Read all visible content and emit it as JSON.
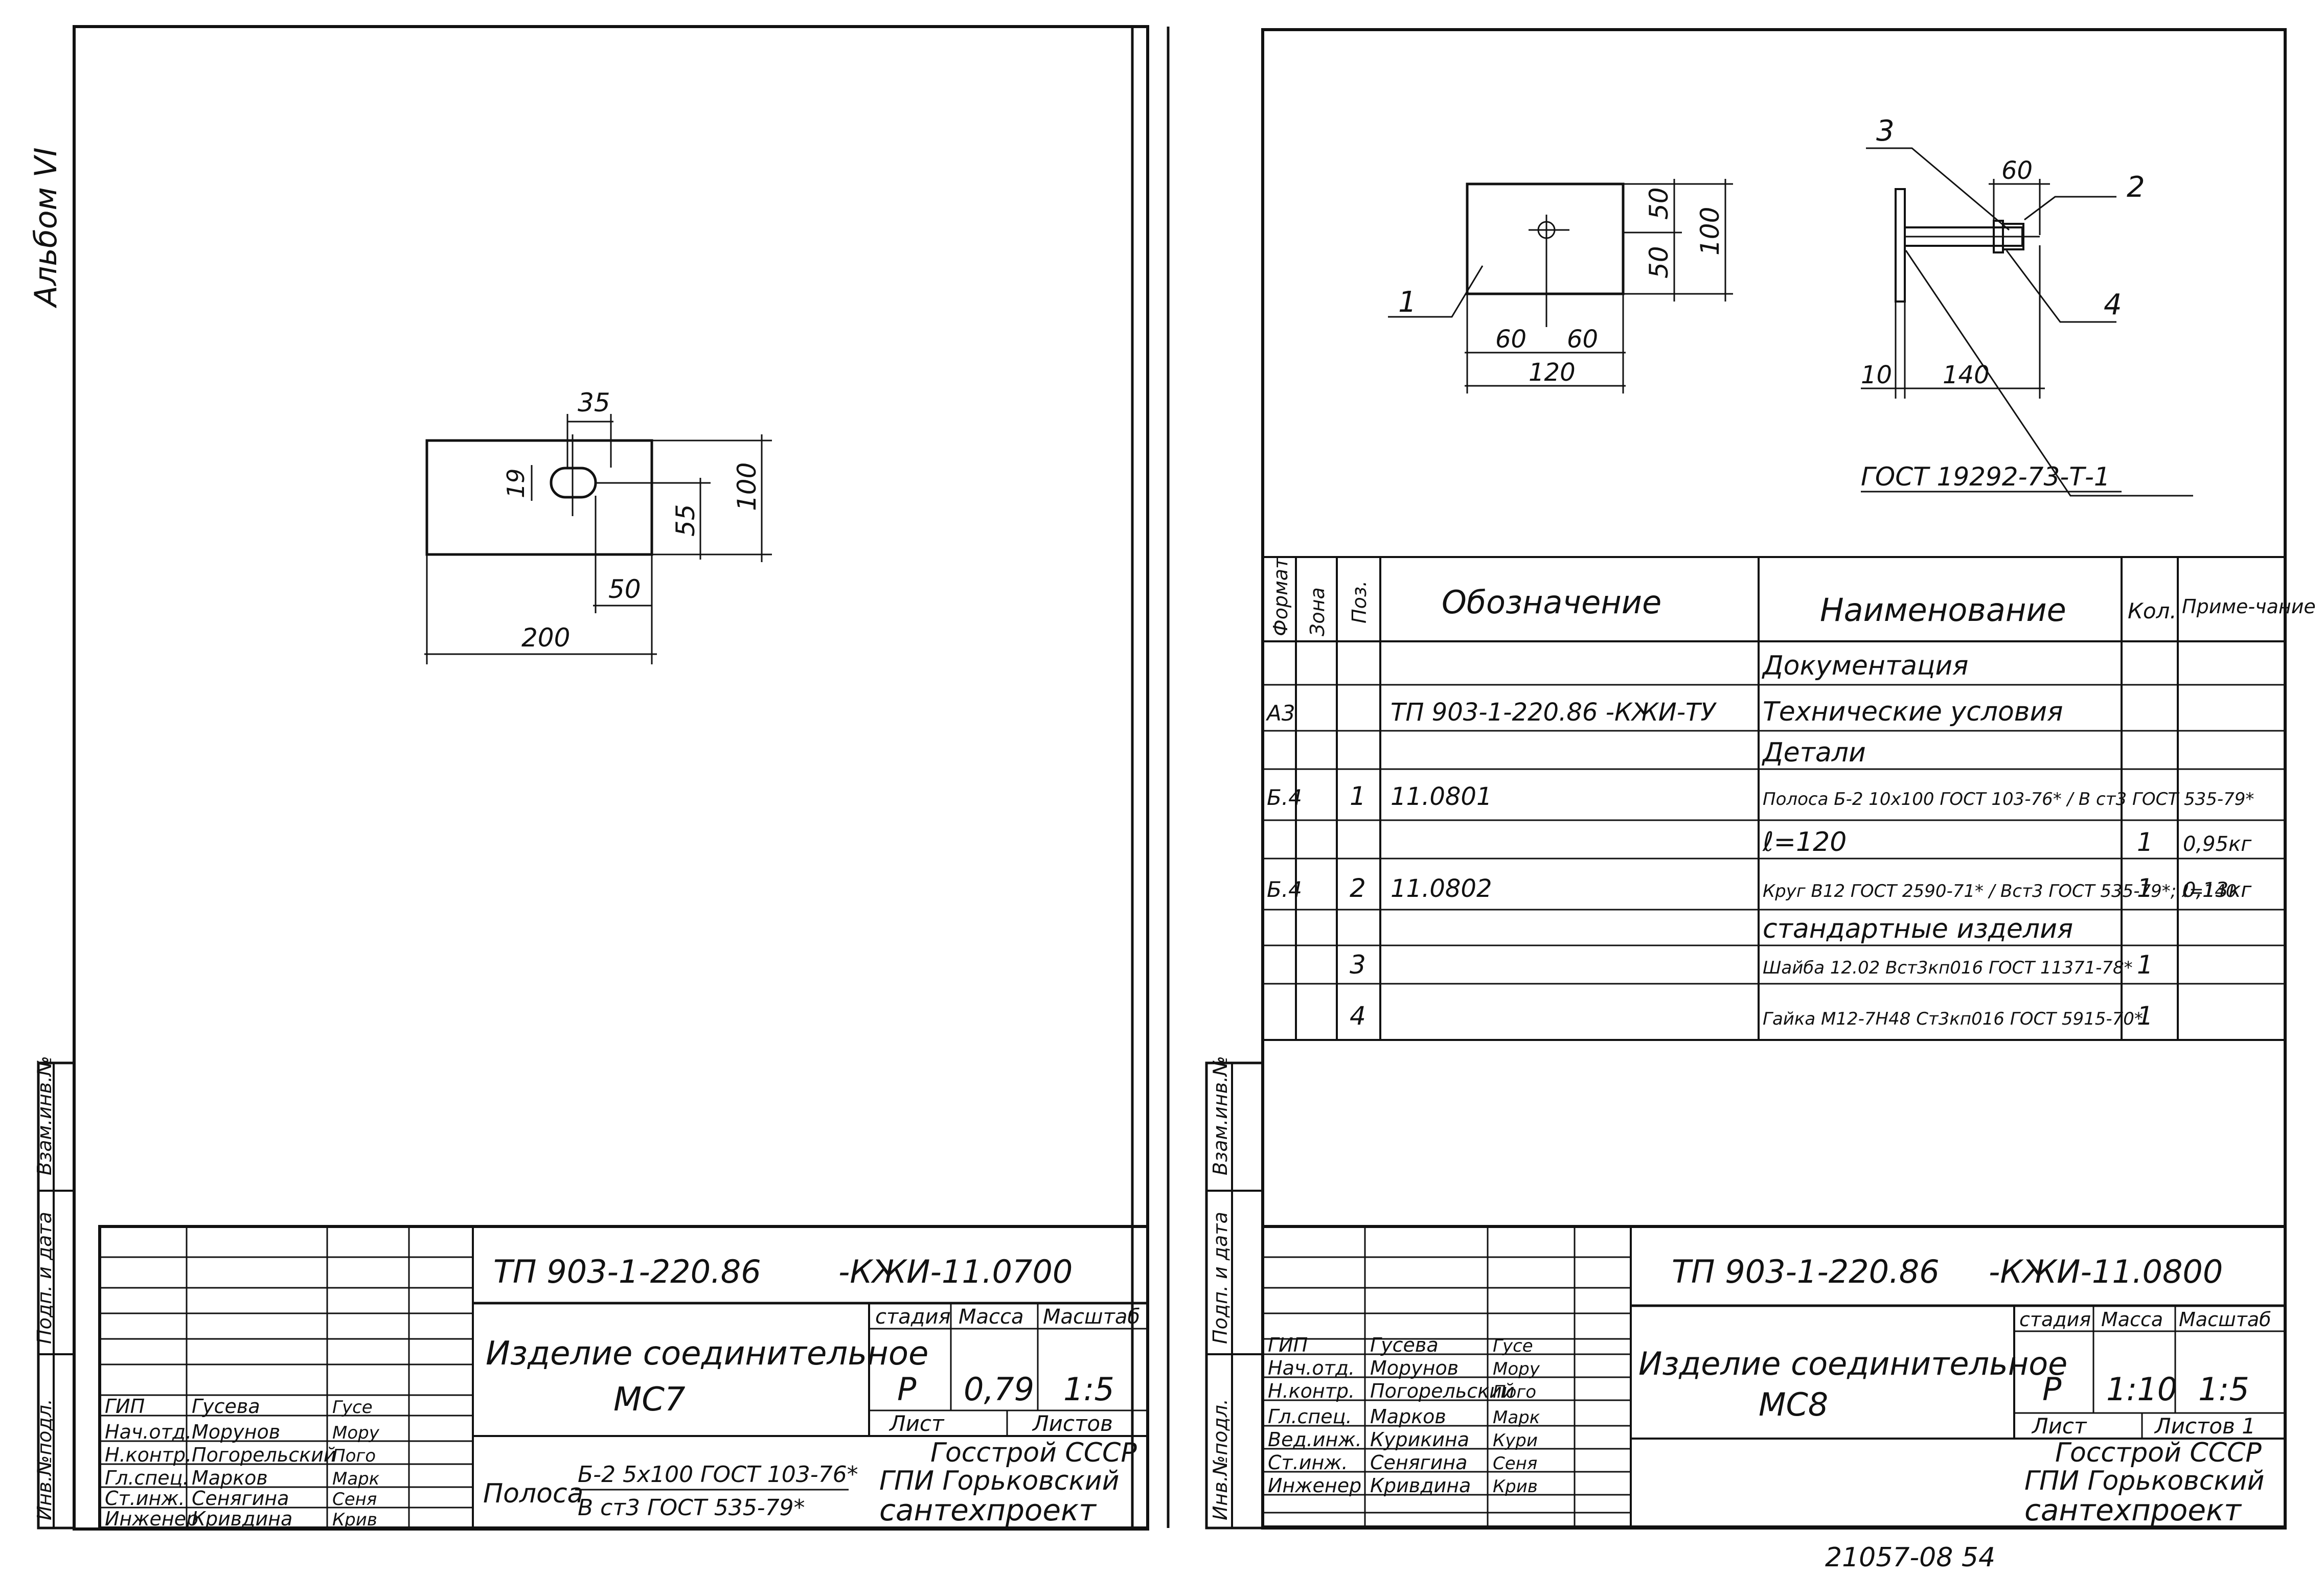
{
  "album_label": "Альбом VI",
  "bottom_note": "21057-08   54",
  "left_side_labels": [
    "Инв.№подл.",
    "Подп. и дата",
    "Взам.инв.№"
  ],
  "right_side_labels": [
    "Инв.№подл.",
    "Подп. и дата",
    "Взам.инв.№"
  ],
  "left_sheet": {
    "dims": {
      "d35": "35",
      "d19": "19",
      "d100": "100",
      "d55": "55",
      "d50": "50",
      "d200": "200"
    },
    "title_block": {
      "designation": "ТП 903-1-220.86",
      "designation_suffix": "-КЖИ-11.0700",
      "name_line1": "Изделие соединительное",
      "name_line2": "МС7",
      "material_prefix": "Полоса",
      "material_num": "Б-2 5x100 ГОСТ 103-76*",
      "material_den": "В ст3   ГОСТ 535-79*",
      "col_stage": "стадия",
      "col_mass": "Масса",
      "col_scale": "Масштаб",
      "stage": "Р",
      "mass": "0,79",
      "scale": "1:5",
      "sheet": "Лист",
      "sheets": "Листов",
      "org1": "Госстрой СССР",
      "org2": "ГПИ Горьковский",
      "org3": "сантехпроект",
      "staff": [
        {
          "role": "ГИП",
          "name": "Гусева",
          "sign": "Гусе"
        },
        {
          "role": "Нач.отд.",
          "name": "Морунов",
          "sign": "Мору"
        },
        {
          "role": "Н.контр.",
          "name": "Погорельский",
          "sign": "Пого"
        },
        {
          "role": "Гл.спец.",
          "name": "Марков",
          "sign": "Марк"
        },
        {
          "role": "Ст.инж.",
          "name": "Сенягина",
          "sign": "Сеня"
        },
        {
          "role": "Инженер",
          "name": "Кривдина",
          "sign": "Крив"
        }
      ]
    }
  },
  "right_sheet": {
    "dims": {
      "d50a": "50",
      "d50b": "50",
      "d100": "100",
      "d60a": "60",
      "d60b": "60",
      "d120": "120",
      "d60c": "60",
      "d10": "10",
      "d140": "140"
    },
    "pos": {
      "p1": "1",
      "p2": "2",
      "p3": "3",
      "p4": "4"
    },
    "gost_note": "ГОСТ 19292-73-Т-1",
    "spec": {
      "headers": {
        "format": "Формат",
        "zone": "Зона",
        "pos": "Поз.",
        "designation": "Обозначение",
        "name": "Наименование",
        "qty": "Кол.",
        "note": "Приме-чание"
      },
      "rows": [
        {
          "format": "",
          "pos": "",
          "designation": "",
          "name": "Документация",
          "qty": "",
          "note": ""
        },
        {
          "format": "А3",
          "pos": "",
          "designation": "ТП 903-1-220.86   -КЖИ-ТУ",
          "name": "Технические условия",
          "qty": "",
          "note": ""
        },
        {
          "format": "",
          "pos": "",
          "designation": "",
          "name": "Детали",
          "qty": "",
          "note": ""
        },
        {
          "format": "Б.4",
          "pos": "1",
          "designation": "11.0801",
          "name": "Полоса Б-2 10x100 ГОСТ 103-76* / В ст3 ГОСТ 535-79*",
          "qty": "",
          "note": ""
        },
        {
          "format": "",
          "pos": "",
          "designation": "",
          "name": "ℓ=120",
          "qty": "1",
          "note": "0,95кг"
        },
        {
          "format": "Б.4",
          "pos": "2",
          "designation": "11.0802",
          "name": "Круг В12 ГОСТ 2590-71* / Вст3 ГОСТ 535-79*; ℓ=140",
          "qty": "1",
          "note": "0,13кг"
        },
        {
          "format": "",
          "pos": "",
          "designation": "",
          "name": "стандартные изделия",
          "qty": "",
          "note": ""
        },
        {
          "format": "",
          "pos": "3",
          "designation": "",
          "name": "Шайба 12.02 Вст3кп016 ГОСТ 11371-78*",
          "qty": "1",
          "note": ""
        },
        {
          "format": "",
          "pos": "4",
          "designation": "",
          "name": "Гайка М12-7Н48 Ст3кп016 ГОСТ 5915-70*",
          "qty": "1",
          "note": ""
        }
      ]
    },
    "title_block": {
      "designation": "ТП 903-1-220.86",
      "designation_suffix": "-КЖИ-11.0800",
      "name_line1": "Изделие соединительное",
      "name_line2": "МС8",
      "col_stage": "стадия",
      "col_mass": "Масса",
      "col_scale": "Масштаб",
      "stage": "Р",
      "mass": "1:10",
      "scale": "1:5",
      "sheet": "Лист",
      "sheets": "Листов 1",
      "org1": "Госстрой СССР",
      "org2": "ГПИ Горьковский",
      "org3": "сантехпроект",
      "staff": [
        {
          "role": "ГИП",
          "name": "Гусева",
          "sign": "Гусе"
        },
        {
          "role": "Нач.отд.",
          "name": "Морунов",
          "sign": "Мору"
        },
        {
          "role": "Н.контр.",
          "name": "Погорельский",
          "sign": "Пого"
        },
        {
          "role": "Гл.спец.",
          "name": "Марков",
          "sign": "Марк"
        },
        {
          "role": "Вед.инж.",
          "name": "Курикина",
          "sign": "Кури"
        },
        {
          "role": "Ст.инж.",
          "name": "Сенягина",
          "sign": "Сеня"
        },
        {
          "role": "Инженер",
          "name": "Кривдина",
          "sign": "Крив"
        }
      ]
    }
  }
}
